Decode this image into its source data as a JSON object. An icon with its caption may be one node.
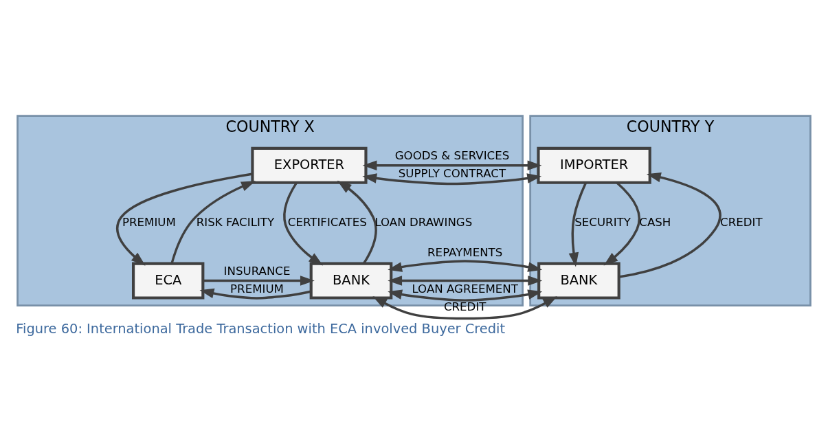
{
  "diagram": {
    "caption": "Figure 60: International Trade Transaction with ECA involved Buyer Credit",
    "nodes": [
      {
        "text": [
          "COUNTRY X"
        ]
      },
      {
        "text": [
          "EXPORTER"
        ],
        "in": 0
      },
      {
        "text": [
          "ECA"
        ],
        "in": 0
      },
      {
        "text": [
          "BANK"
        ],
        "in": 0
      },
      {
        "text": [
          "COUNTRY Y"
        ]
      },
      {
        "text": [
          "IMPORTER"
        ],
        "in": 4
      },
      {
        "text": [
          "BANK"
        ],
        "in": 4
      }
    ],
    "edges": [
      {
        "from": 2,
        "to": 1,
        "arrow": "to",
        "label": "RISK FACILITY"
      },
      {
        "from": 1,
        "to": 2,
        "arrow": "to",
        "label": "PREMIUM"
      },
      {
        "from": 1,
        "to": 3,
        "arrow": "to",
        "label": "CERTIFICATES"
      },
      {
        "from": 3,
        "to": 1,
        "arrow": "to",
        "label": "LOAN DRAWINGS"
      },
      {
        "from": 3,
        "to": 2,
        "arrow": "to",
        "label": "PREMIUM"
      },
      {
        "from": 2,
        "to": 3,
        "arrow": "to",
        "label": "INSURANCE"
      },
      {
        "from": 1,
        "to": 5,
        "arrow": "both",
        "label": "GOODS & SERVICES"
      },
      {
        "from": 1,
        "to": 5,
        "arrow": "both",
        "label": "SUPPLY CONTRACT"
      },
      {
        "from": 3,
        "to": 6,
        "arrow": "both",
        "label": "LOAN AGREEMENT"
      },
      {
        "from": 3,
        "to": 6,
        "arrow": "both",
        "label": "CREDIT"
      },
      {
        "from": 3,
        "to": 6,
        "arrow": "both",
        "label": "REPAYMENTS"
      },
      {
        "from": 5,
        "to": 6,
        "arrow": "to",
        "label": "SECURITY"
      },
      {
        "from": 6,
        "to": 5,
        "arrow": "to",
        "label": "CREDIT"
      },
      {
        "from": 5,
        "to": 6,
        "arrow": "to",
        "label": "CASH"
      }
    ]
  }
}
